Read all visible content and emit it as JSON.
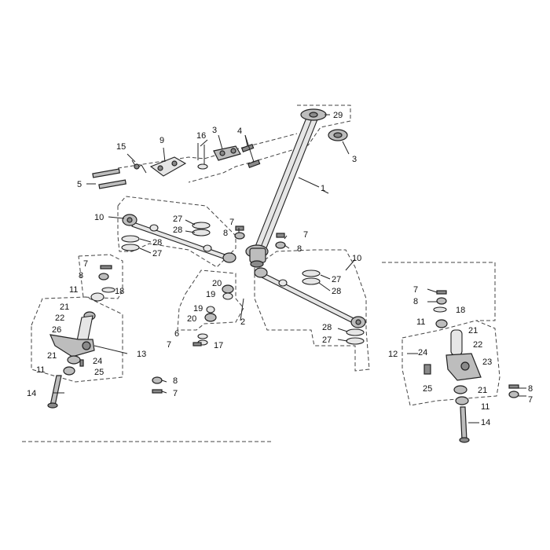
{
  "callouts": [
    {
      "id": "c29",
      "text": "29"
    },
    {
      "id": "c1",
      "text": "1"
    },
    {
      "id": "c3a",
      "text": "3"
    },
    {
      "id": "c3b",
      "text": "3"
    },
    {
      "id": "c4",
      "text": "4"
    },
    {
      "id": "c16",
      "text": "16"
    },
    {
      "id": "c9",
      "text": "9"
    },
    {
      "id": "c15",
      "text": "15"
    },
    {
      "id": "c5",
      "text": "5"
    },
    {
      "id": "c10a",
      "text": "10"
    },
    {
      "id": "c27a",
      "text": "27"
    },
    {
      "id": "c28a",
      "text": "28"
    },
    {
      "id": "c28b",
      "text": "28"
    },
    {
      "id": "c27b",
      "text": "27"
    },
    {
      "id": "c7a",
      "text": "7"
    },
    {
      "id": "c8a",
      "text": "8"
    },
    {
      "id": "c7b",
      "text": "7"
    },
    {
      "id": "c8b",
      "text": "8"
    },
    {
      "id": "c10b",
      "text": "10"
    },
    {
      "id": "c27c",
      "text": "27"
    },
    {
      "id": "c28c",
      "text": "28"
    },
    {
      "id": "c28d",
      "text": "28"
    },
    {
      "id": "c27d",
      "text": "27"
    },
    {
      "id": "c20a",
      "text": "20"
    },
    {
      "id": "c19a",
      "text": "19"
    },
    {
      "id": "c19b",
      "text": "19"
    },
    {
      "id": "c20b",
      "text": "20"
    },
    {
      "id": "c2",
      "text": "2"
    },
    {
      "id": "c6",
      "text": "6"
    },
    {
      "id": "c17",
      "text": "17"
    },
    {
      "id": "c7c",
      "text": "7"
    },
    {
      "id": "c7d",
      "text": "7"
    },
    {
      "id": "c8c",
      "text": "8"
    },
    {
      "id": "c11a",
      "text": "11"
    },
    {
      "id": "c18a",
      "text": "18"
    },
    {
      "id": "c21a",
      "text": "21"
    },
    {
      "id": "c22a",
      "text": "22"
    },
    {
      "id": "c26",
      "text": "26"
    },
    {
      "id": "c21b",
      "text": "21"
    },
    {
      "id": "c24a",
      "text": "24"
    },
    {
      "id": "c11b",
      "text": "11"
    },
    {
      "id": "c25a",
      "text": "25"
    },
    {
      "id": "c13",
      "text": "13"
    },
    {
      "id": "c14a",
      "text": "14"
    },
    {
      "id": "c8d",
      "text": "8"
    },
    {
      "id": "c7e",
      "text": "7"
    },
    {
      "id": "c7f",
      "text": "7"
    },
    {
      "id": "c8e",
      "text": "8"
    },
    {
      "id": "c18b",
      "text": "18"
    },
    {
      "id": "c11c",
      "text": "11"
    },
    {
      "id": "c21c",
      "text": "21"
    },
    {
      "id": "c22b",
      "text": "22"
    },
    {
      "id": "c12",
      "text": "12"
    },
    {
      "id": "c24b",
      "text": "24"
    },
    {
      "id": "c23",
      "text": "23"
    },
    {
      "id": "c25b",
      "text": "25"
    },
    {
      "id": "c21d",
      "text": "21"
    },
    {
      "id": "c11d",
      "text": "11"
    },
    {
      "id": "c8f",
      "text": "8"
    },
    {
      "id": "c7g",
      "text": "7"
    },
    {
      "id": "c14b",
      "text": "14"
    }
  ]
}
